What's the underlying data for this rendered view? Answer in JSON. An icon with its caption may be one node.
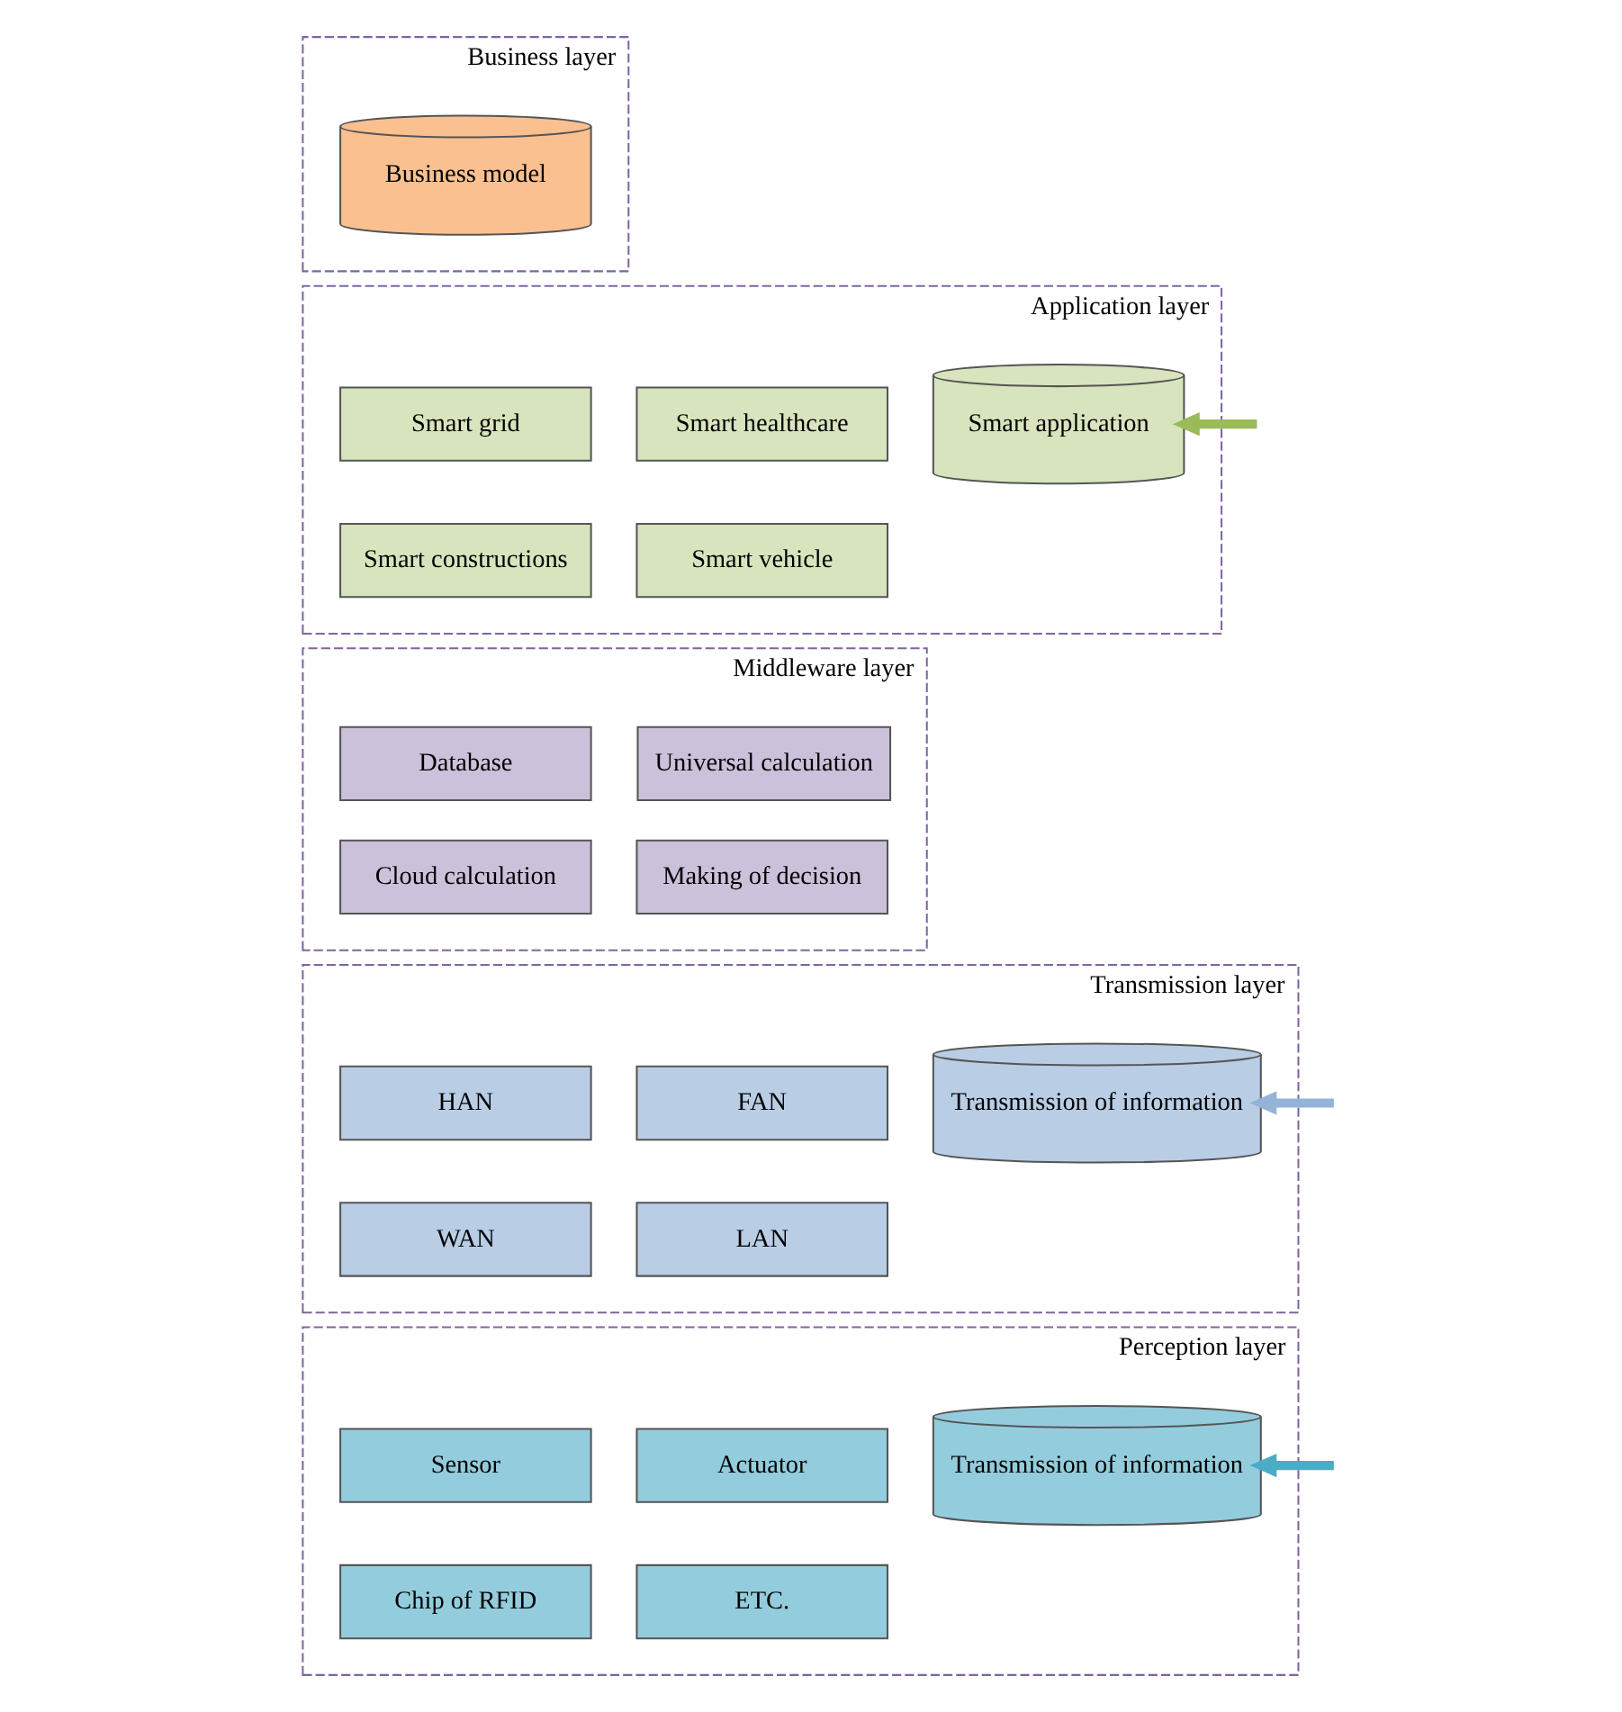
{
  "diagram": {
    "nodes": [
      {
        "text": [
          "Business layer"
        ]
      },
      {
        "text": [
          "Business model"
        ],
        "in": 0
      },
      {
        "text": [
          "Application layer"
        ]
      },
      {
        "text": [
          "Smart grid"
        ],
        "in": 2
      },
      {
        "text": [
          "Smart healthcare"
        ],
        "in": 2
      },
      {
        "text": [
          "Smart constructions"
        ],
        "in": 2
      },
      {
        "text": [
          "Smart vehicle"
        ],
        "in": 2
      },
      {
        "text": [
          "Smart application"
        ],
        "in": 2
      },
      {
        "text": [
          "Middleware layer"
        ]
      },
      {
        "text": [
          "Database"
        ],
        "in": 8
      },
      {
        "text": [
          "Universal calculation"
        ],
        "in": 8
      },
      {
        "text": [
          "Cloud calculation"
        ],
        "in": 8
      },
      {
        "text": [
          "Making of decision"
        ],
        "in": 8
      },
      {
        "text": [
          "Transmission layer"
        ]
      },
      {
        "text": [
          "HAN"
        ],
        "in": 13
      },
      {
        "text": [
          "FAN"
        ],
        "in": 13
      },
      {
        "text": [
          "WAN"
        ],
        "in": 13
      },
      {
        "text": [
          "LAN"
        ],
        "in": 13
      },
      {
        "text": [
          "Transmission of information"
        ],
        "in": 13
      },
      {
        "text": [
          "Perception layer"
        ]
      },
      {
        "text": [
          "Sensor"
        ],
        "in": 19
      },
      {
        "text": [
          "Actuator"
        ],
        "in": 19
      },
      {
        "text": [
          "Chip of RFID"
        ],
        "in": 19
      },
      {
        "text": [
          "ETC."
        ],
        "in": 19
      },
      {
        "text": [
          "Transmission of information"
        ],
        "in": 19
      }
    ],
    "edges": [
      {
        "from": null,
        "to": 7,
        "arrow": "to",
        "color": "#9bbb59"
      },
      {
        "from": null,
        "to": 18,
        "arrow": "to",
        "color": "#95b3d7"
      },
      {
        "from": null,
        "to": 24,
        "arrow": "to",
        "color": "#4bacc6"
      }
    ]
  }
}
